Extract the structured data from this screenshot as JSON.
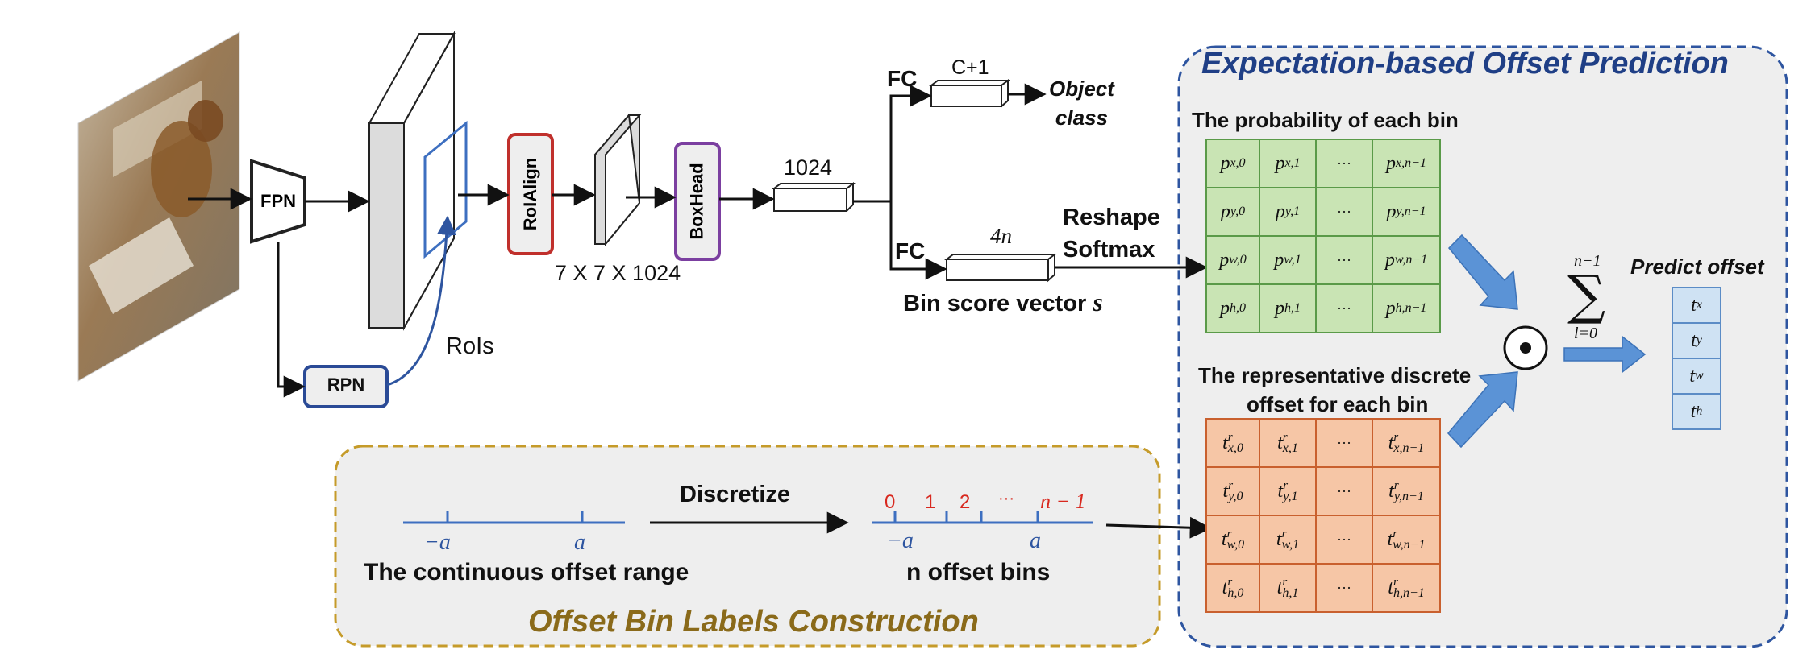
{
  "input_image": {
    "description_icon": "dog-photo-icon"
  },
  "fpn": {
    "label": "FPN"
  },
  "rpn": {
    "label": "RPN"
  },
  "rois": {
    "label": "RoIs"
  },
  "roialign": {
    "label": "RoIAlign"
  },
  "feature_size": {
    "label": "7 X 7 X 1024"
  },
  "boxhead": {
    "label": "BoxHead"
  },
  "fc_vector": {
    "label": "1024"
  },
  "fc_top": {
    "label": "FC",
    "dim": "C+1",
    "output": [
      "Object",
      "class"
    ]
  },
  "fc_bottom": {
    "label": "FC",
    "dim": "4n",
    "output_label": "Bin score vector",
    "output_symbol": "s"
  },
  "reshape": {
    "line1": "Reshape",
    "line2": "Softmax"
  },
  "expectation_panel": {
    "title": "Expectation-based Offset Prediction",
    "prob_title": "The probability of each bin",
    "repr_title_line1": "The representative discrete",
    "repr_title_line2": "offset for each bin",
    "prob_rows": [
      "x",
      "y",
      "w",
      "h"
    ],
    "prob_cols": [
      "0",
      "1",
      "···",
      "n−1"
    ],
    "sum_top": "n−1",
    "sum_symbol": "∑",
    "sum_bottom": "l=0",
    "odot": "⊙",
    "predict_title": "Predict offset",
    "predict_items": [
      {
        "base": "t",
        "sub": "x"
      },
      {
        "base": "t",
        "sub": "y"
      },
      {
        "base": "t",
        "sub": "w"
      },
      {
        "base": "t",
        "sub": "h"
      }
    ]
  },
  "bin_panel": {
    "title": "Offset Bin Labels Construction",
    "continuous_label": "The continuous offset range",
    "discretize_label": "Discretize",
    "bins_label": "n offset bins",
    "neg_a": "−a",
    "pos_a": "a",
    "bin_indices": [
      "0",
      "1",
      "2",
      "···",
      "n − 1"
    ]
  },
  "colors": {
    "panel_fill": "#eeeeee",
    "blue_border": "#2e55a0",
    "gold_border": "#c59b2a",
    "title_blue": "#1f3f86",
    "title_gold": "#8a6a1a",
    "roialign_red": "#c0302c",
    "boxhead_purple": "#7b3fa0",
    "rpn_blue": "#2a4a96",
    "bin_red": "#d8281e",
    "line_blue": "#3d6fc0",
    "big_arrow_blue": "#5b93d6"
  }
}
